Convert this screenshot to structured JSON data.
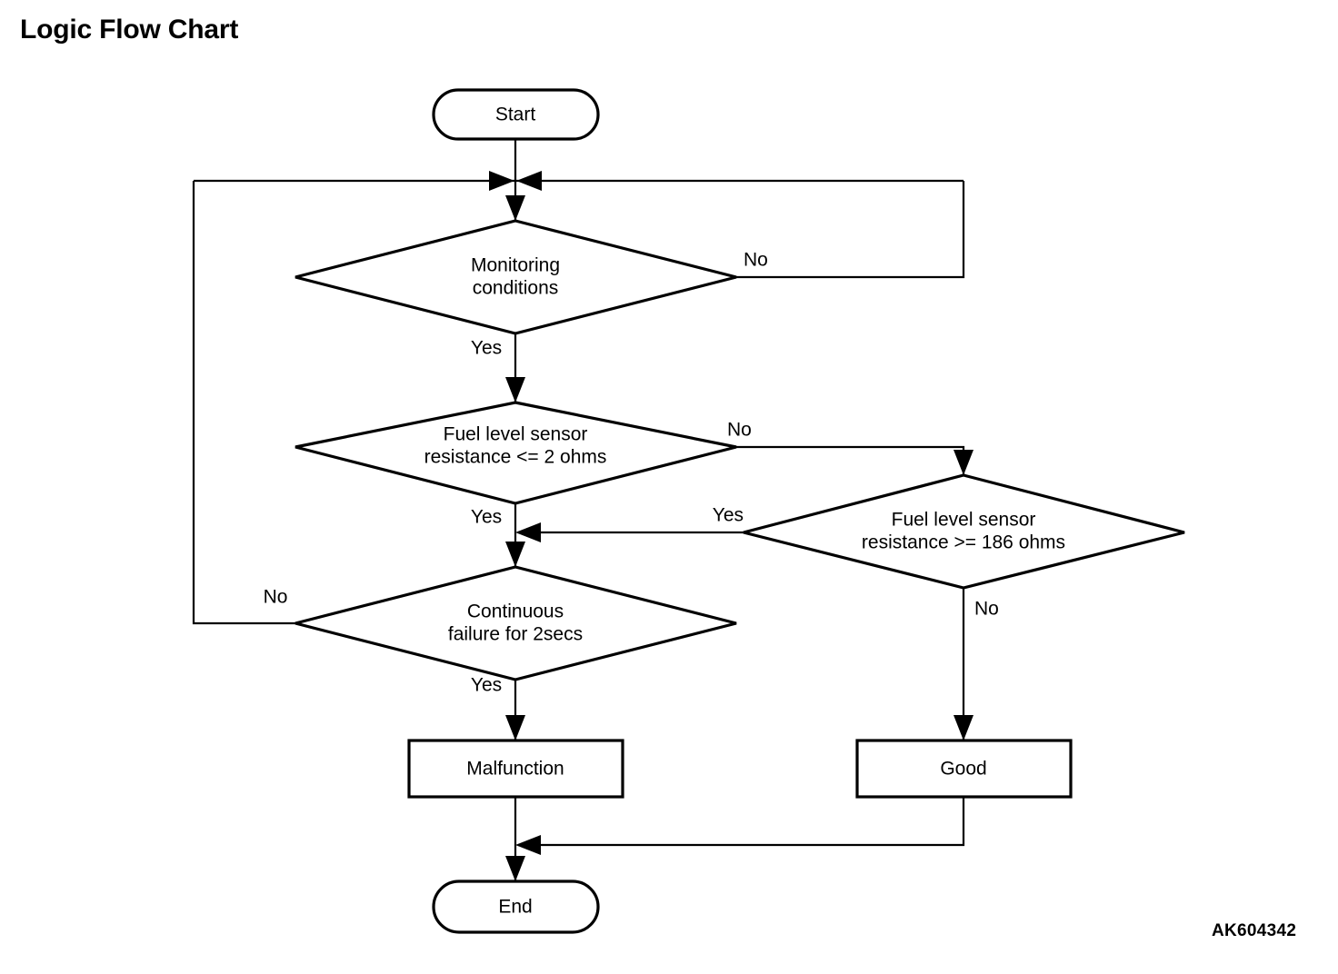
{
  "page": {
    "title": "Logic Flow Chart",
    "reference_code": "AK604342",
    "background_color": "#ffffff",
    "line_color": "#000000"
  },
  "chart_data": {
    "type": "diagram",
    "diagram_kind": "flowchart",
    "title": "Logic Flow Chart",
    "nodes": [
      {
        "id": "start",
        "shape": "stadium",
        "label": "Start"
      },
      {
        "id": "monitoring",
        "shape": "diamond",
        "label": "Monitoring conditions",
        "line1": "Monitoring",
        "line2": "conditions"
      },
      {
        "id": "res_le_2",
        "shape": "diamond",
        "label": "Fuel level sensor resistance <= 2 ohms",
        "line1": "Fuel level sensor",
        "line2": "resistance <= 2 ohms"
      },
      {
        "id": "res_ge_186",
        "shape": "diamond",
        "label": "Fuel level sensor resistance >= 186 ohms",
        "line1": "Fuel level sensor",
        "line2": "resistance >= 186 ohms"
      },
      {
        "id": "cont_failure",
        "shape": "diamond",
        "label": "Continuous failure for 2secs",
        "line1": "Continuous",
        "line2": "failure for 2secs"
      },
      {
        "id": "malfunction",
        "shape": "rectangle",
        "label": "Malfunction"
      },
      {
        "id": "good",
        "shape": "rectangle",
        "label": "Good"
      },
      {
        "id": "end",
        "shape": "stadium",
        "label": "End"
      }
    ],
    "edges": [
      {
        "from": "start",
        "to": "monitoring",
        "label": ""
      },
      {
        "from": "monitoring",
        "to": "res_le_2",
        "label": "Yes"
      },
      {
        "from": "monitoring",
        "to": "monitoring",
        "label": "No"
      },
      {
        "from": "res_le_2",
        "to": "cont_failure",
        "label": "Yes"
      },
      {
        "from": "res_le_2",
        "to": "res_ge_186",
        "label": "No"
      },
      {
        "from": "res_ge_186",
        "to": "cont_failure",
        "label": "Yes"
      },
      {
        "from": "res_ge_186",
        "to": "good",
        "label": "No"
      },
      {
        "from": "cont_failure",
        "to": "malfunction",
        "label": "Yes"
      },
      {
        "from": "cont_failure",
        "to": "monitoring",
        "label": "No"
      },
      {
        "from": "malfunction",
        "to": "end",
        "label": ""
      },
      {
        "from": "good",
        "to": "end",
        "label": ""
      }
    ]
  },
  "labels": {
    "start": "Start",
    "monitoring_l1": "Monitoring",
    "monitoring_l2": "conditions",
    "monitoring_no": "No",
    "monitoring_yes": "Yes",
    "res2_l1": "Fuel level sensor",
    "res2_l2": "resistance <= 2 ohms",
    "res2_no": "No",
    "res2_yes": "Yes",
    "res186_l1": "Fuel level sensor",
    "res186_l2": "resistance >= 186 ohms",
    "res186_yes": "Yes",
    "res186_no": "No",
    "cont_l1": "Continuous",
    "cont_l2": "failure for 2secs",
    "cont_no": "No",
    "cont_yes": "Yes",
    "malfunction": "Malfunction",
    "good": "Good",
    "end": "End"
  }
}
